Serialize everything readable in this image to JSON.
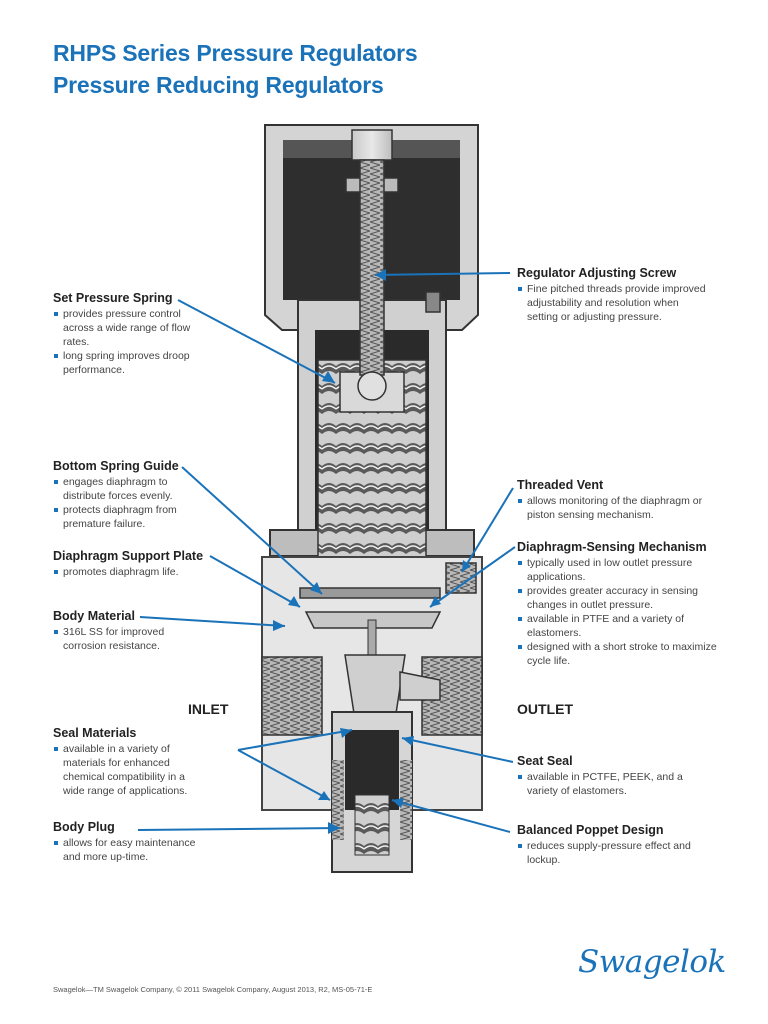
{
  "header": {
    "title_line1": "RHPS Series Pressure Regulators",
    "title_line2": "Pressure Reducing Regulators"
  },
  "ports": {
    "inlet": "INLET",
    "outlet": "OUTLET"
  },
  "callouts": {
    "set_pressure_spring": {
      "title": "Set Pressure Spring",
      "bullets": [
        "provides pressure control across a wide range of flow rates.",
        "long spring improves droop performance."
      ]
    },
    "bottom_spring_guide": {
      "title": "Bottom Spring Guide",
      "bullets": [
        "engages diaphragm to distribute forces evenly.",
        "protects diaphragm from premature failure."
      ]
    },
    "diaphragm_support_plate": {
      "title": "Diaphragm Support Plate",
      "bullets": [
        "promotes diaphragm life."
      ]
    },
    "body_material": {
      "title": "Body Material",
      "bullets": [
        "316L SS for improved corrosion resistance."
      ]
    },
    "seal_materials": {
      "title": "Seal Materials",
      "bullets": [
        "available in a variety of materials for enhanced chemical compatibility in a wide range of applications."
      ]
    },
    "body_plug": {
      "title": "Body Plug",
      "bullets": [
        "allows for easy maintenance and more up-time."
      ]
    },
    "regulator_adjusting_screw": {
      "title": "Regulator Adjusting Screw",
      "bullets": [
        "Fine pitched threads provide improved adjustability and resolution when setting or adjusting pressure."
      ]
    },
    "threaded_vent": {
      "title": "Threaded Vent",
      "bullets": [
        "allows monitoring of the diaphragm or piston sensing mechanism."
      ]
    },
    "diaphragm_sensing": {
      "title": "Diaphragm-Sensing Mechanism",
      "bullets": [
        "typically used in low outlet pressure applications.",
        "provides greater accuracy in sensing changes in outlet pressure.",
        "available in PTFE and a variety of elastomers.",
        "designed with a short stroke to maximize cycle life."
      ]
    },
    "seat_seal": {
      "title": "Seat Seal",
      "bullets": [
        "available in PCTFE, PEEK, and a variety of elastomers."
      ]
    },
    "balanced_poppet": {
      "title": "Balanced Poppet Design",
      "bullets": [
        "reduces supply-pressure effect and lockup."
      ]
    }
  },
  "footer": {
    "text": "Swagelok—TM Swagelok Company, © 2011 Swagelok Company, August 2013, R2, MS-05-71-E"
  },
  "brand": {
    "logo_text": "Swagelok",
    "accent_color": "#1a72b9"
  }
}
